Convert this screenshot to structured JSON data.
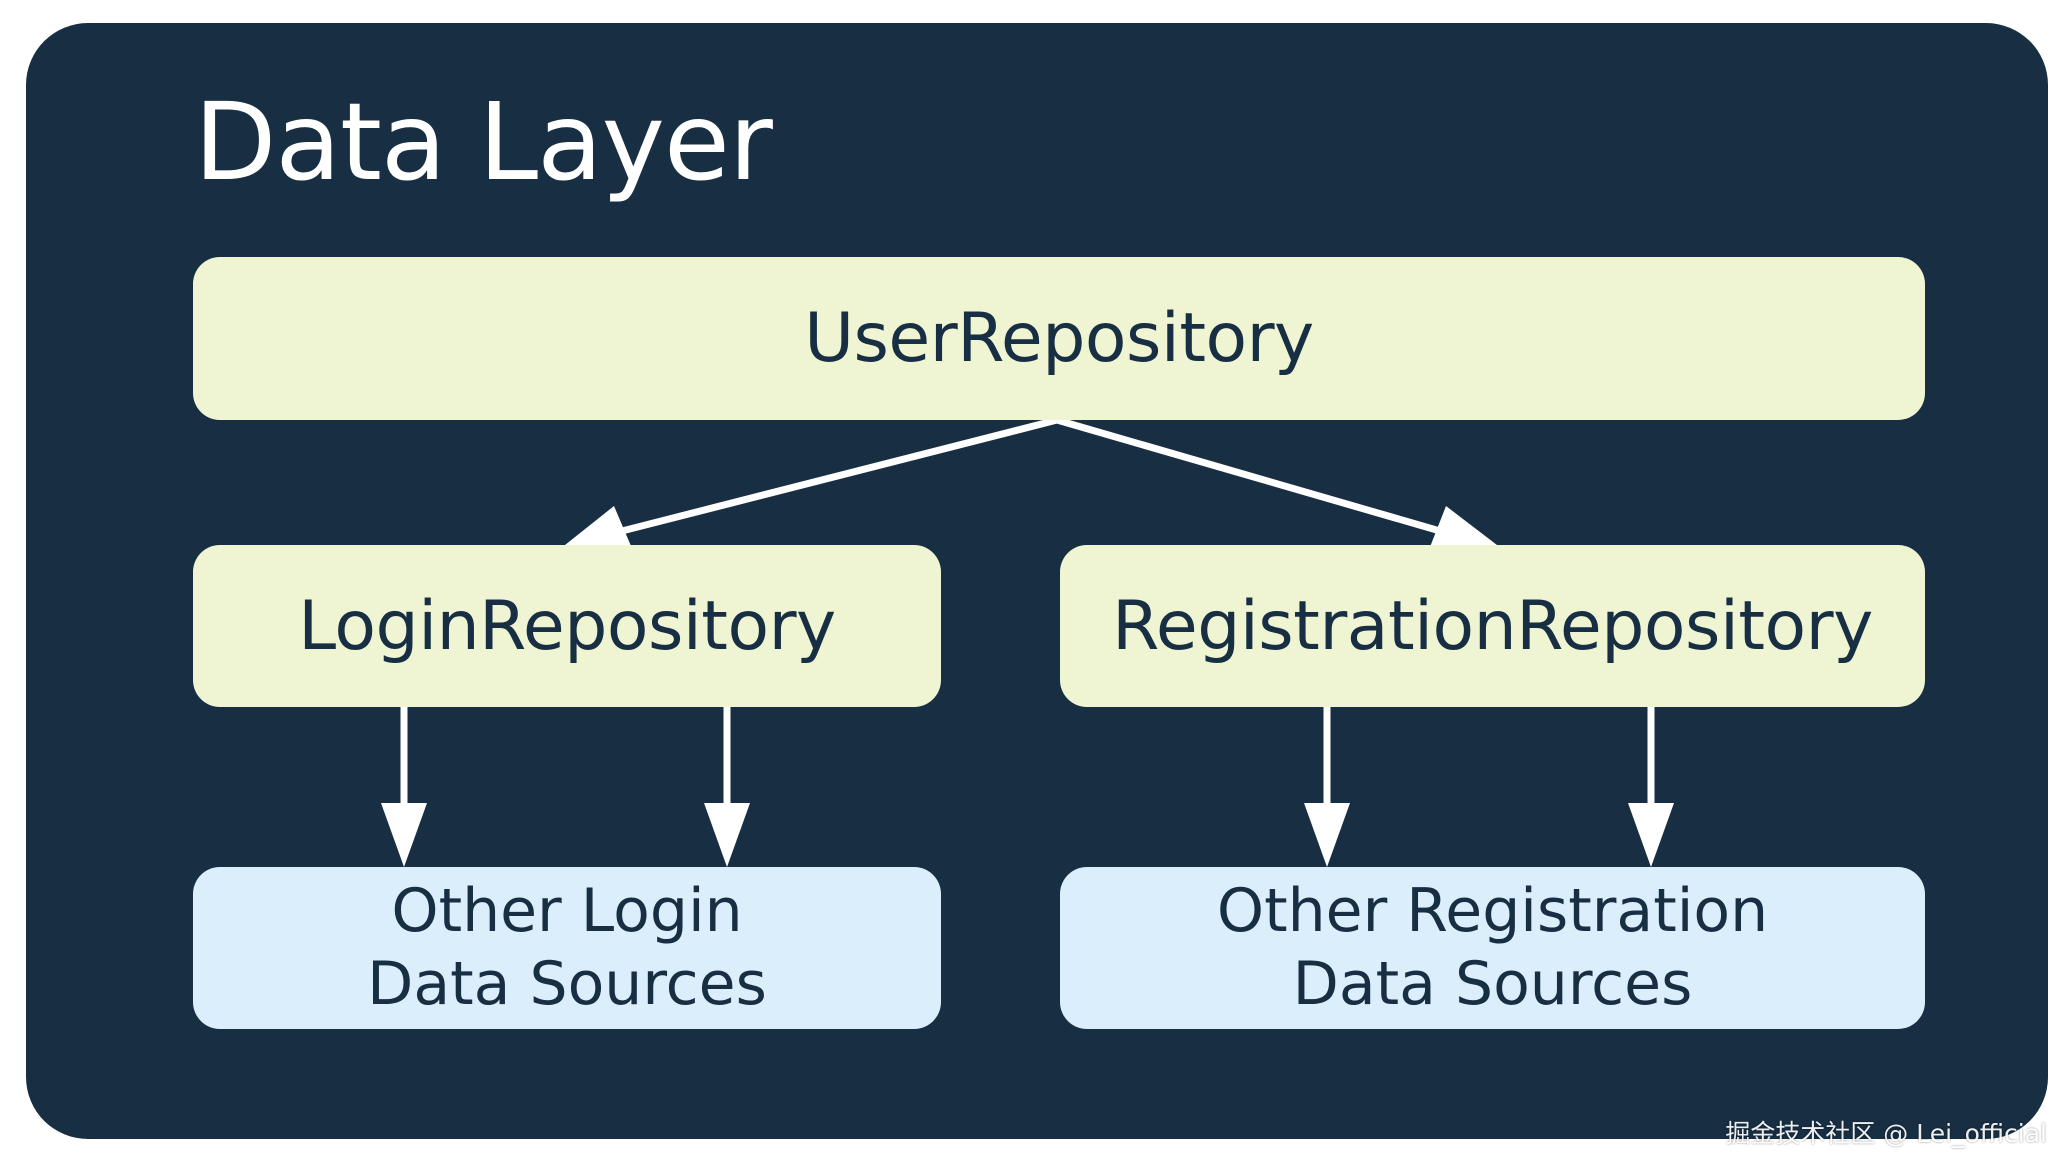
{
  "diagram": {
    "title": "Data Layer",
    "nodes": {
      "user_repository": "UserRepository",
      "login_repository": "LoginRepository",
      "registration_repository": "RegistrationRepository",
      "login_sources": {
        "line1": "Other Login",
        "line2": "Data Sources"
      },
      "registration_sources": {
        "line1": "Other Registration",
        "line2": "Data Sources"
      }
    },
    "edges": [
      {
        "from": "UserRepository",
        "to": "LoginRepository"
      },
      {
        "from": "UserRepository",
        "to": "RegistrationRepository"
      },
      {
        "from": "LoginRepository",
        "to": "Other Login Data Sources"
      },
      {
        "from": "LoginRepository",
        "to": "Other Login Data Sources"
      },
      {
        "from": "RegistrationRepository",
        "to": "Other Registration Data Sources"
      },
      {
        "from": "RegistrationRepository",
        "to": "Other Registration Data Sources"
      }
    ]
  },
  "watermark": "掘金技术社区 @ Lei_official",
  "colors": {
    "panel_background": "#172e43",
    "repository_fill": "#eff5d3",
    "data_source_fill": "#dbeefc",
    "text_dark": "#172e43",
    "arrow": "#ffffff"
  }
}
